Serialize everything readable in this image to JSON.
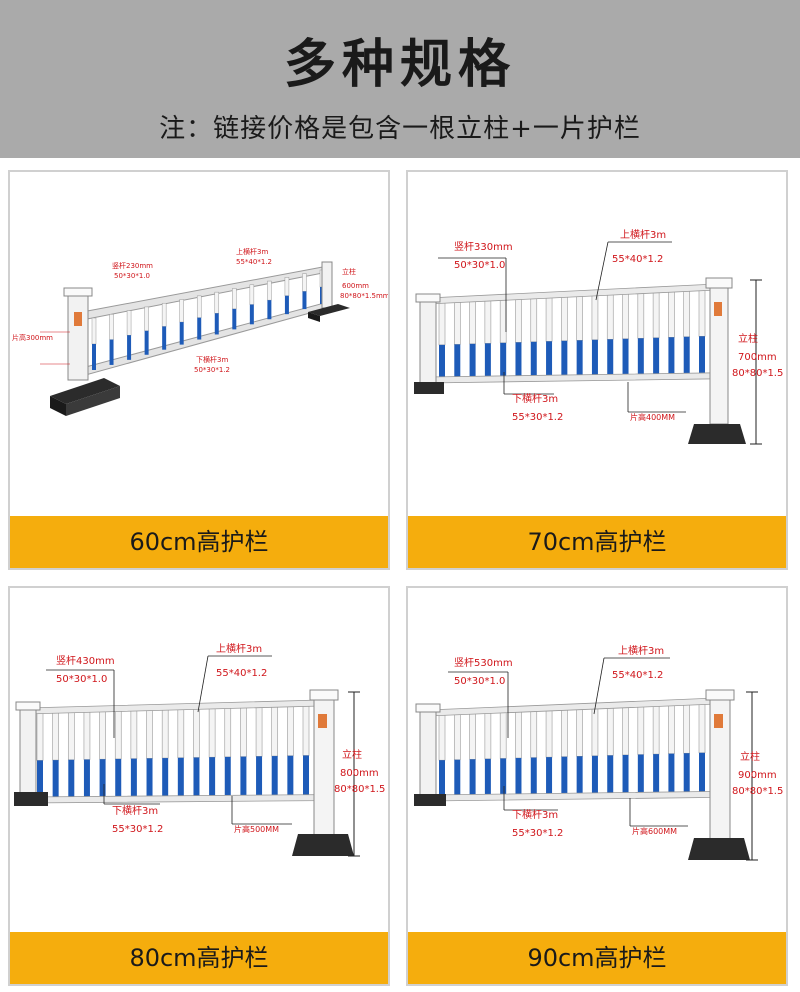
{
  "header": {
    "title": "多种规格",
    "note": "注：链接价格是包含一根立柱+一片护栏"
  },
  "colors": {
    "header_bg": "#aaaaaa",
    "caption_bg": "#f5ad0d",
    "label_red": "#d0161b",
    "bar_blue": "#1e5bb8"
  },
  "cards": [
    {
      "caption": "60cm高护栏",
      "vertical_bar_name": "竖杆230mm",
      "vertical_bar_spec": "50*30*1.0",
      "top_rail_name": "上横杆3m",
      "top_rail_spec": "55*40*1.2",
      "bottom_rail_name": "下横杆3m",
      "bottom_rail_spec": "50*30*1.2",
      "post_name": "立柱",
      "post_height": "600mm",
      "post_spec": "80*80*1.5mm",
      "panel_height": "片高300mm"
    },
    {
      "caption": "70cm高护栏",
      "vertical_bar_name": "竖杆330mm",
      "vertical_bar_spec": "50*30*1.0",
      "top_rail_name": "上横杆3m",
      "top_rail_spec": "55*40*1.2",
      "bottom_rail_name": "下横杆3m",
      "bottom_rail_spec": "55*30*1.2",
      "post_name": "立柱",
      "post_height": "700mm",
      "post_spec": "80*80*1.5",
      "panel_height": "片高400MM"
    },
    {
      "caption": "80cm高护栏",
      "vertical_bar_name": "竖杆430mm",
      "vertical_bar_spec": "50*30*1.0",
      "top_rail_name": "上横杆3m",
      "top_rail_spec": "55*40*1.2",
      "bottom_rail_name": "下横杆3m",
      "bottom_rail_spec": "55*30*1.2",
      "post_name": "立柱",
      "post_height": "800mm",
      "post_spec": "80*80*1.5",
      "panel_height": "片高500MM"
    },
    {
      "caption": "90cm高护栏",
      "vertical_bar_name": "竖杆530mm",
      "vertical_bar_spec": "50*30*1.0",
      "top_rail_name": "上横杆3m",
      "top_rail_spec": "55*40*1.2",
      "bottom_rail_name": "下横杆3m",
      "bottom_rail_spec": "55*30*1.2",
      "post_name": "立柱",
      "post_height": "900mm",
      "post_spec": "80*80*1.5",
      "panel_height": "片高600MM"
    }
  ]
}
